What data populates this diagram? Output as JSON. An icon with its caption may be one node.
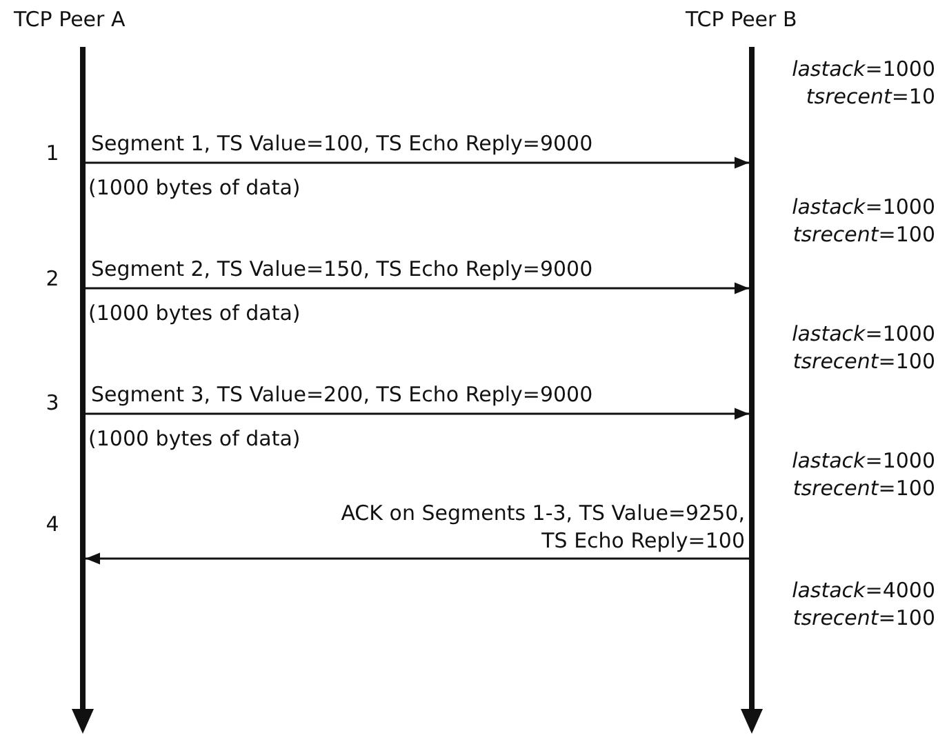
{
  "diagram": {
    "nodes": [
      {
        "text": [
          "TCP Peer A"
        ]
      },
      {
        "text": [
          "TCP Peer B"
        ]
      }
    ],
    "edges": [
      {
        "from": 0,
        "to": 1,
        "arrow": "to",
        "label": "Segment 1, TS Value=100, TS Echo Reply=9000"
      },
      {
        "from": 0,
        "to": 1,
        "arrow": "to",
        "label": "Segment 2, TS Value=150, TS Echo Reply=9000"
      },
      {
        "from": 0,
        "to": 1,
        "arrow": "to",
        "label": "Segment 3, TS Value=200, TS Echo Reply=9000"
      },
      {
        "from": 1,
        "to": 0,
        "arrow": "to",
        "label": "ACK on Segments 1-3, TS Value=9250, TS Echo Reply=100"
      }
    ],
    "labels": [
      "*lastack*=1000",
      "*tsrecent*=10",
      "1",
      "(1000 bytes of data)",
      "*lastack*=1000",
      "*tsrecent*=100",
      "2",
      "(1000 bytes of data)",
      "*lastack*=1000",
      "*tsrecent*=100",
      "3",
      "(1000 bytes of data)",
      "*lastack*=1000",
      "*tsrecent*=100",
      "4",
      "*lastack*=4000",
      "*tsrecent*=100"
    ]
  }
}
